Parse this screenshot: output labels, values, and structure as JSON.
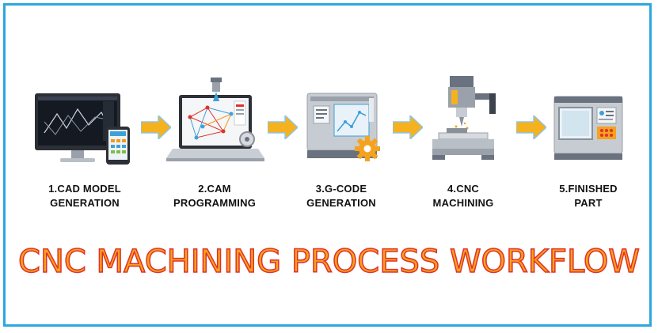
{
  "steps": [
    {
      "line1": "1.CAD MODEL",
      "line2": "GENERATION",
      "icon": "cad-monitor-tablet-icon"
    },
    {
      "line1": "2.CAM",
      "line2": "PROGRAMMING",
      "icon": "cam-laptop-icon"
    },
    {
      "line1": "3.G-CODE",
      "line2": "GENERATION",
      "icon": "gcode-machine-gear-icon"
    },
    {
      "line1": "4.CNC",
      "line2": "MACHINING",
      "icon": "cnc-mill-icon"
    },
    {
      "line1": "5.FINISHED",
      "line2": "PART",
      "icon": "finished-part-machine-icon"
    }
  ],
  "title": "CNC MACHINING PROCESS WORKFLOW",
  "colors": {
    "border": "#2ea6df",
    "arrow": "#f5b21e",
    "title_fill": "#f7a21b",
    "title_outline": "#e0312a"
  }
}
